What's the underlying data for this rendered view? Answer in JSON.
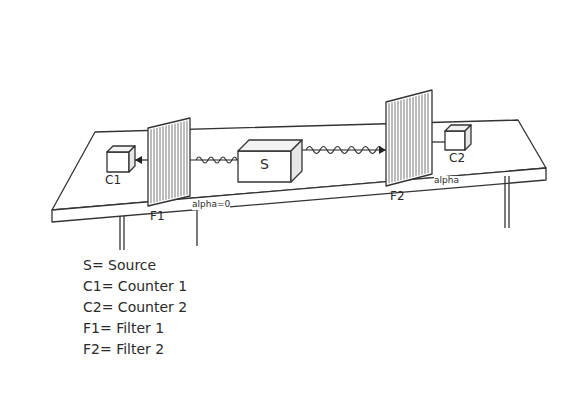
{
  "diagram": {
    "nodes": [
      {
        "text": [
          "C1"
        ]
      },
      {
        "text": [
          "F1"
        ]
      },
      {
        "text": [
          "S"
        ]
      },
      {
        "text": [
          "F2"
        ]
      },
      {
        "text": [
          "C2"
        ]
      }
    ],
    "edges": [
      {
        "from": 2,
        "to": 1,
        "arrow": "none"
      },
      {
        "from": 1,
        "to": 0,
        "arrow": "to"
      },
      {
        "from": 2,
        "to": 3,
        "arrow": "to"
      },
      {
        "from": 3,
        "to": 4,
        "arrow": "none"
      }
    ],
    "labels": [
      "alpha=0",
      "alpha",
      "S= Source",
      "C1= Counter 1",
      "C2= Counter 2",
      "F1= Filter 1",
      "F2= Filter 2"
    ]
  }
}
